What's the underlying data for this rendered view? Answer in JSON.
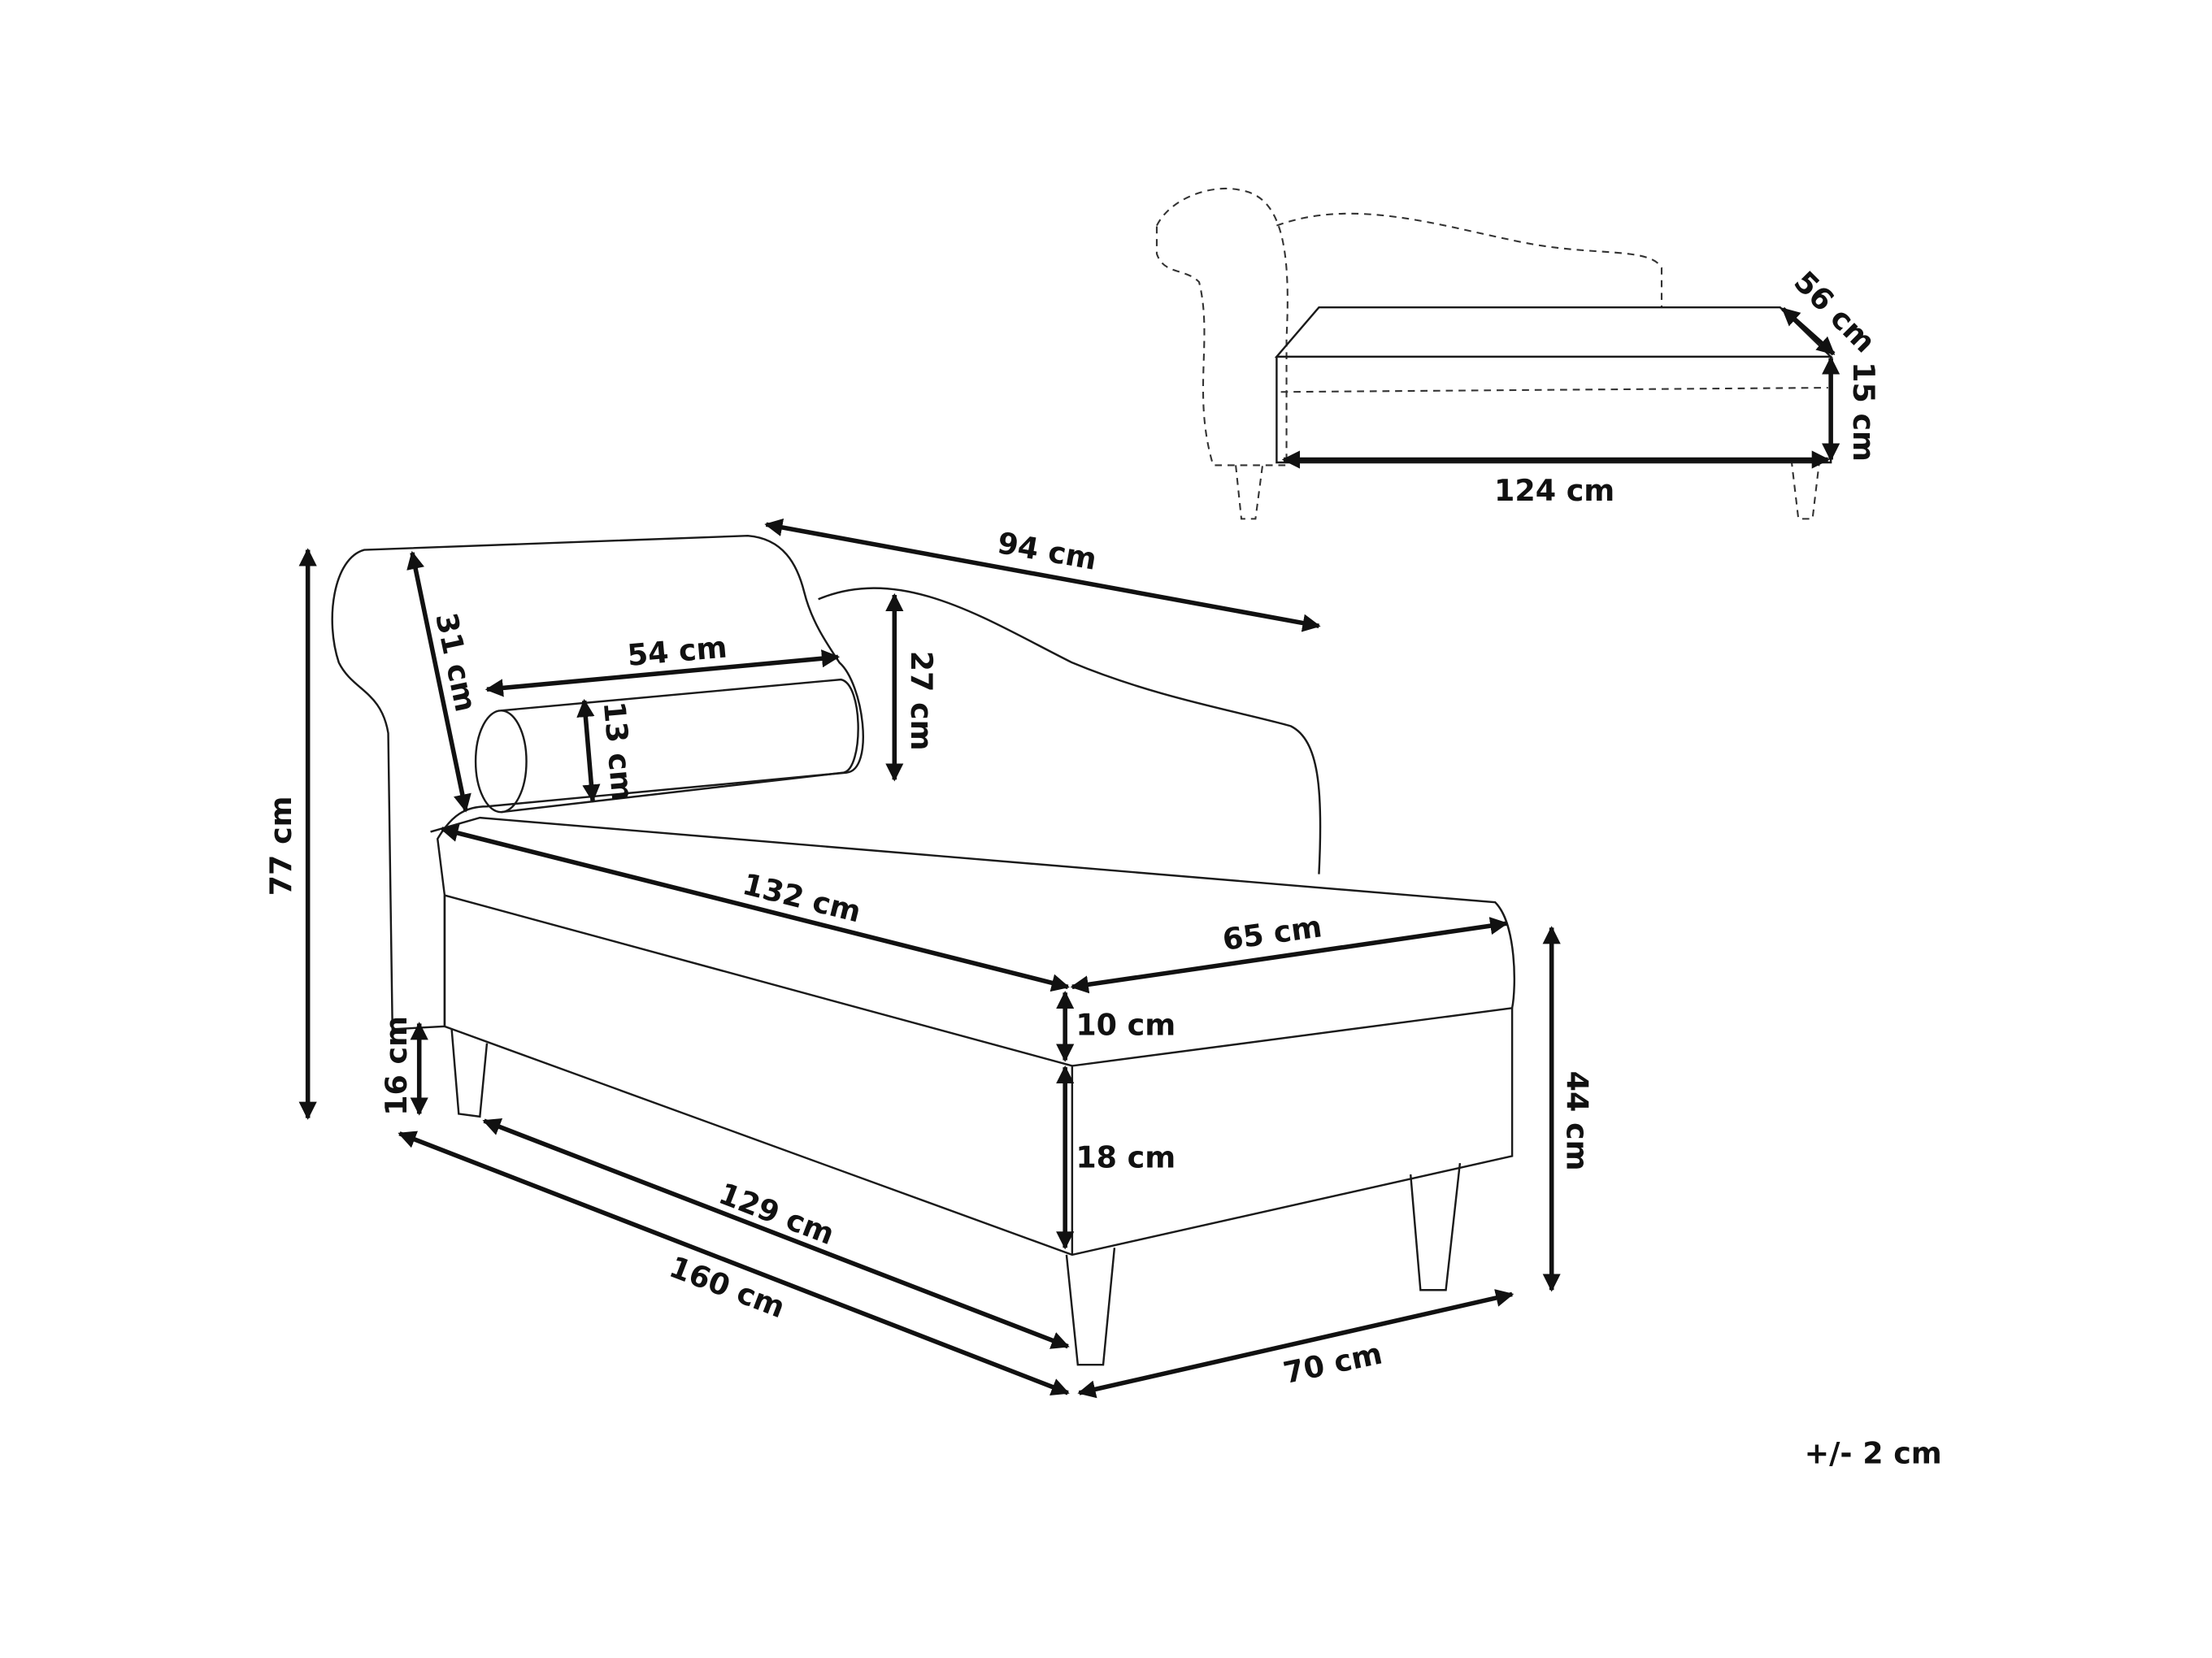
{
  "dimensions": {
    "total_depth": "94 cm",
    "bolster_length": "54 cm",
    "armrest_height": "31 cm",
    "backrest_height": "27 cm",
    "bolster_diameter": "13 cm",
    "total_height": "77 cm",
    "seat_length": "132 cm",
    "seat_width": "65 cm",
    "cushion_height": "10 cm",
    "leg_height": "16 cm",
    "base_height": "18 cm",
    "seat_height": "44 cm",
    "base_length": "129 cm",
    "total_length": "160 cm",
    "total_width": "70 cm",
    "storage_depth": "56 cm",
    "storage_height": "15 cm",
    "storage_length": "124 cm"
  },
  "tolerance": "+/- 2 cm"
}
